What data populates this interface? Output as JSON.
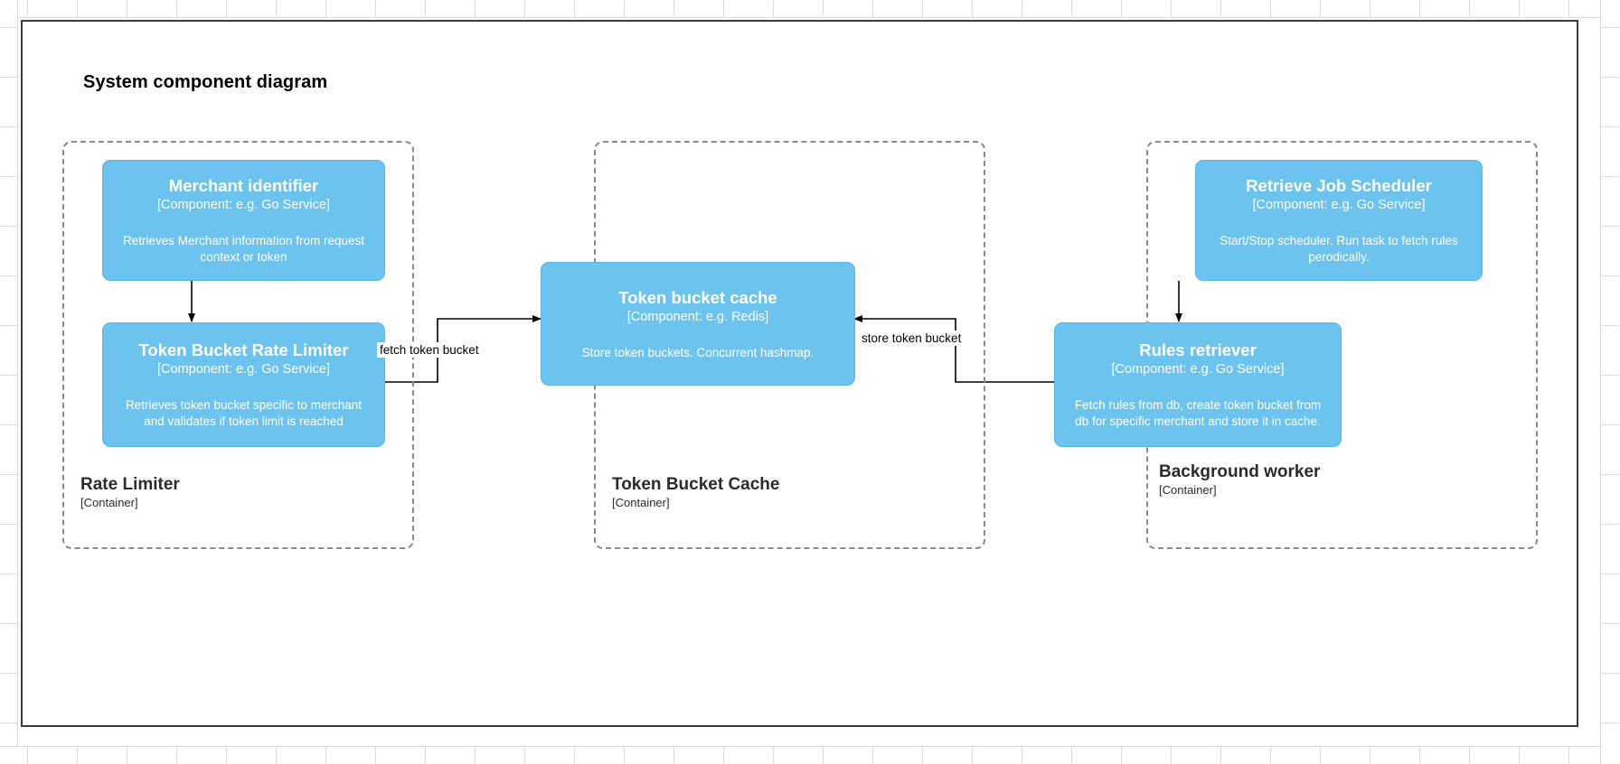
{
  "canvas": {
    "title": "System component diagram",
    "background_color": "#ffffff",
    "border_color": "#3b3b3b"
  },
  "theme": {
    "component_fill": "#6CC3EE",
    "component_text": "#ffffff",
    "container_border": "#8a8a8a",
    "edge_color": "#000000",
    "label_text": "#2b2b2b"
  },
  "containers": [
    {
      "id": "rate-limiter",
      "name": "Rate Limiter",
      "type": "[Container]"
    },
    {
      "id": "token-bucket-cache",
      "name": "Token Bucket Cache",
      "type": "[Container]"
    },
    {
      "id": "background-worker",
      "name": "Background worker",
      "type": "[Container]"
    }
  ],
  "components": [
    {
      "id": "merchant-identifier",
      "title": "Merchant identifier",
      "technology": "[Component: e.g. Go Service]",
      "description": "Retrieves Merchant information from request context or token"
    },
    {
      "id": "token-bucket-rate-limiter",
      "title": "Token Bucket Rate Limiter",
      "technology": "[Component: e.g. Go Service]",
      "description": "Retrieves token bucket specific to merchant and validates if token limit is reached"
    },
    {
      "id": "token-bucket-cache",
      "title": "Token bucket cache",
      "technology": "[Component: e.g. Redis]",
      "description": "Store token buckets. Concurrent hashmap."
    },
    {
      "id": "retrieve-job-scheduler",
      "title": "Retrieve Job Scheduler",
      "technology": "[Component: e.g. Go Service]",
      "description": "Start/Stop scheduler. Run task to fetch rules perodically."
    },
    {
      "id": "rules-retriever",
      "title": "Rules retriever",
      "technology": "[Component: e.g. Go Service]",
      "description": "Fetch rules from db, create token bucket from db for specific merchant and store it in cache."
    }
  ],
  "edges": [
    {
      "id": "merchant-to-ratelimiter",
      "label": "",
      "from": "merchant-identifier",
      "to": "token-bucket-rate-limiter"
    },
    {
      "id": "fetch-token-bucket",
      "label": "fetch token bucket",
      "from": "token-bucket-rate-limiter",
      "to": "token-bucket-cache"
    },
    {
      "id": "store-token-bucket",
      "label": "store token bucket",
      "from": "rules-retriever",
      "to": "token-bucket-cache"
    },
    {
      "id": "scheduler-to-retriever",
      "label": "",
      "from": "retrieve-job-scheduler",
      "to": "rules-retriever"
    }
  ]
}
